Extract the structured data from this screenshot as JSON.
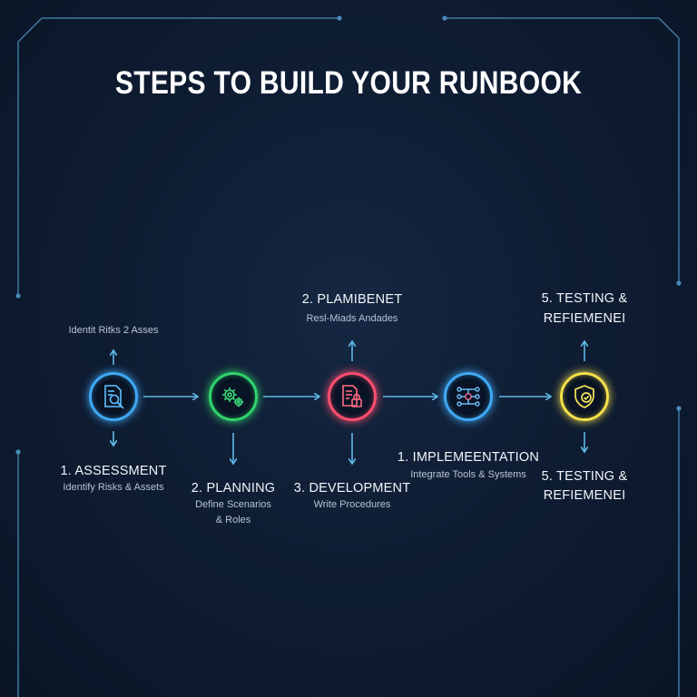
{
  "title": "STEPS TO BUILD YOUR RUNBOOK",
  "colors": {
    "accent": "#4ab0e6",
    "step1": "#3fa9f5",
    "step2": "#2fd46b",
    "step3": "#ff4f6e",
    "step4": "#3fa9f5",
    "step5": "#f5e04a"
  },
  "steps": [
    {
      "icon": "document-search-icon",
      "top_label": "Identit Ritks 2 Asses",
      "title": "1. ASSESSMENT",
      "subtitle": "Identify Risks & Assets"
    },
    {
      "icon": "gears-icon",
      "title": "2. PLANNING",
      "subtitle_line1": "Define Scenarios",
      "subtitle_line2": "& Roles"
    },
    {
      "icon": "document-lock-icon",
      "top_title": "2. PLAMIBENET",
      "top_subtitle": "Resl-Miads Andades",
      "title": "3. DEVELOPMENT",
      "subtitle": "Write Procedures"
    },
    {
      "icon": "network-nodes-icon",
      "title": "1. IMPLEMEENTATION",
      "subtitle": "Integrate Tools & Systems"
    },
    {
      "icon": "shield-check-icon",
      "top_title_line1": "5. TESTING &",
      "top_title_line2": "REFIEMENEI",
      "title_line1": "5. TESTING &",
      "title_line2": "REFIEMENEI"
    }
  ]
}
